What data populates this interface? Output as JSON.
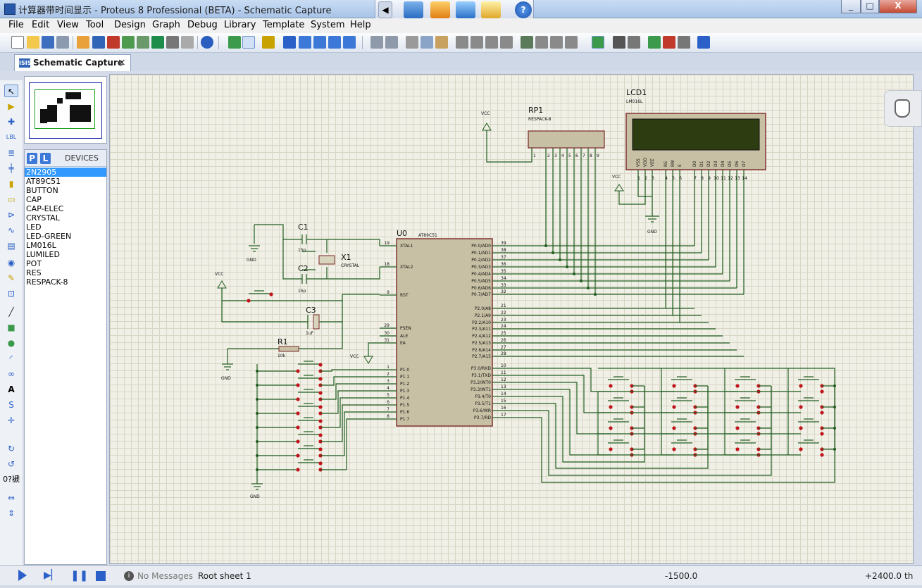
{
  "window": {
    "title": "计算器带时间显示 - Proteus 8 Professional (BETA) - Schematic Capture",
    "minimize": "_",
    "maximize": "□",
    "close": "X"
  },
  "menu": [
    "File",
    "Edit",
    "View",
    "Tool",
    "Design",
    "Graph",
    "Debug",
    "Library",
    "Template",
    "System",
    "Help"
  ],
  "tab": {
    "label": "Schematic Capture",
    "close": "×",
    "icon_text": "ISIS"
  },
  "devices": {
    "pick_button": "P",
    "library_button": "L",
    "title": "DEVICES",
    "items": [
      "2N2905",
      "AT89C51",
      "BUTTON",
      "CAP",
      "CAP-ELEC",
      "CRYSTAL",
      "LED",
      "LED-GREEN",
      "LM016L",
      "LUMILED",
      "POT",
      "RES",
      "RESPACK-8"
    ],
    "selected_index": 0
  },
  "tools": {
    "rotation_label": "0?褫"
  },
  "schematic": {
    "mcu": {
      "ref": "U0",
      "part": "AT89C51",
      "left_pins": [
        {
          "num": "19",
          "name": "XTAL1"
        },
        {
          "num": "18",
          "name": "XTAL2"
        },
        {
          "num": "9",
          "name": "RST"
        },
        {
          "num": "29",
          "name": "PSEN"
        },
        {
          "num": "30",
          "name": "ALE"
        },
        {
          "num": "31",
          "name": "EA"
        },
        {
          "num": "1",
          "name": "P1.0"
        },
        {
          "num": "2",
          "name": "P1.1"
        },
        {
          "num": "3",
          "name": "P1.2"
        },
        {
          "num": "4",
          "name": "P1.3"
        },
        {
          "num": "5",
          "name": "P1.4"
        },
        {
          "num": "6",
          "name": "P1.5"
        },
        {
          "num": "7",
          "name": "P1.6"
        },
        {
          "num": "8",
          "name": "P1.7"
        }
      ],
      "right_pins": [
        {
          "num": "39",
          "name": "P0.0/AD0"
        },
        {
          "num": "38",
          "name": "P0.1/AD1"
        },
        {
          "num": "37",
          "name": "P0.2/AD2"
        },
        {
          "num": "36",
          "name": "P0.3/AD3"
        },
        {
          "num": "35",
          "name": "P0.4/AD4"
        },
        {
          "num": "34",
          "name": "P0.5/AD5"
        },
        {
          "num": "33",
          "name": "P0.6/AD6"
        },
        {
          "num": "32",
          "name": "P0.7/AD7"
        },
        {
          "num": "21",
          "name": "P2.0/A8"
        },
        {
          "num": "22",
          "name": "P2.1/A9"
        },
        {
          "num": "23",
          "name": "P2.2/A10"
        },
        {
          "num": "24",
          "name": "P2.3/A11"
        },
        {
          "num": "25",
          "name": "P2.4/A12"
        },
        {
          "num": "26",
          "name": "P2.5/A13"
        },
        {
          "num": "27",
          "name": "P2.6/A14"
        },
        {
          "num": "28",
          "name": "P2.7/A15"
        },
        {
          "num": "10",
          "name": "P3.0/RXD"
        },
        {
          "num": "11",
          "name": "P3.1/TXD"
        },
        {
          "num": "12",
          "name": "P3.2/INT0"
        },
        {
          "num": "13",
          "name": "P3.3/INT1"
        },
        {
          "num": "14",
          "name": "P3.4/T0"
        },
        {
          "num": "15",
          "name": "P3.5/T1"
        },
        {
          "num": "16",
          "name": "P3.6/WR"
        },
        {
          "num": "17",
          "name": "P3.7/RD"
        }
      ]
    },
    "lcd": {
      "ref": "LCD1",
      "part": "LM016L",
      "pin_names": [
        "VSS",
        "VDD",
        "VEE",
        "RS",
        "RW",
        "E",
        "D0",
        "D1",
        "D2",
        "D3",
        "D4",
        "D5",
        "D6",
        "D7"
      ],
      "pin_nums": [
        "1",
        "2",
        "3",
        "4",
        "5",
        "6",
        "7",
        "8",
        "9",
        "10",
        "11",
        "12",
        "13",
        "14"
      ]
    },
    "rp": {
      "ref": "RP1",
      "part": "RESPACK-8",
      "pin_nums": [
        "1",
        "2",
        "3",
        "4",
        "5",
        "6",
        "7",
        "8",
        "9"
      ]
    },
    "c1": {
      "ref": "C1",
      "value": "15p"
    },
    "c2": {
      "ref": "C2",
      "value": "15p"
    },
    "c3": {
      "ref": "C3",
      "value": "1uF"
    },
    "x1": {
      "ref": "X1",
      "value": "CRYSTAL"
    },
    "r1": {
      "ref": "R1",
      "value": "10k"
    },
    "vcc": "VCC",
    "gnd": "GND"
  },
  "status": {
    "messages": "No Messages",
    "sheet": "Root sheet 1",
    "coord_x": "-1500.0",
    "coord_y": "+2400.0",
    "unit": "th"
  },
  "colors": {
    "wire": "#1f5e20",
    "component_fill": "#c8c0a4",
    "component_stroke": "#7a2828",
    "pin_red": "#c0141b",
    "lcd_screen": "#2e3c12"
  }
}
